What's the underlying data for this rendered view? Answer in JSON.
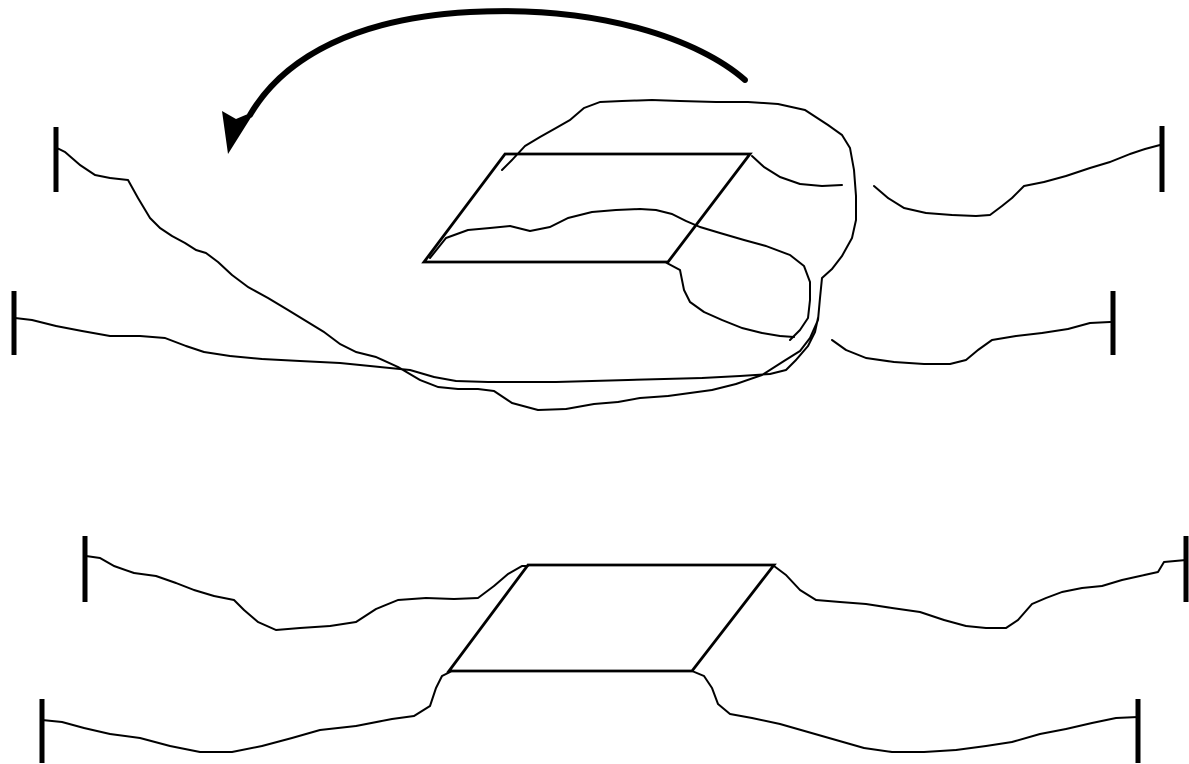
{
  "diagram": {
    "subject": "",
    "panels": [
      {
        "id": "top",
        "contains": [
          "rotation-arrow",
          "rotated-parallelogram-patch",
          "upper-rough-line",
          "lower-rough-line",
          "lumpy-outline"
        ]
      },
      {
        "id": "bottom",
        "contains": [
          "flat-parallelogram-patch",
          "upper-rough-line",
          "lower-rough-line"
        ]
      }
    ],
    "arrow": {
      "direction": "counterclockwise",
      "icon": "curved-arrow-icon"
    },
    "endpoint_marker": "vertical-tick",
    "colors": {
      "stroke": "#000000",
      "background": "#ffffff"
    }
  }
}
